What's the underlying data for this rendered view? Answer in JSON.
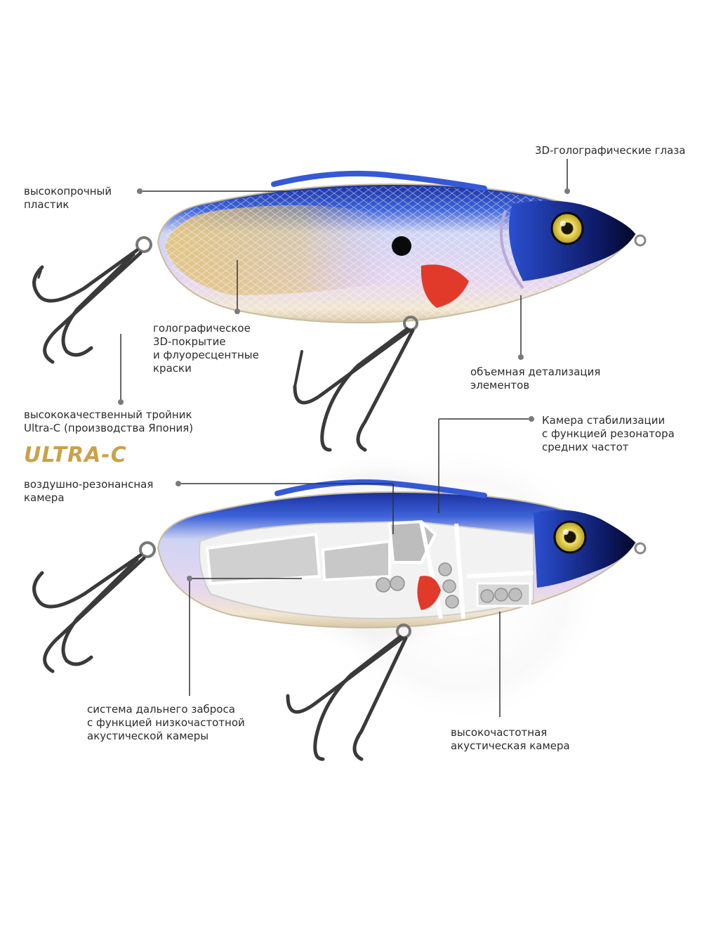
{
  "labels": {
    "eyes": "3D-голографические глаза",
    "plastic": "высокопрочный\nпластик",
    "coating": "голографическое\n3D-покрытие\nи флуоресцентные\nкраски",
    "detail": "объемная детализация\nэлементов",
    "hook": "высококачественный тройник\nUltra-C (производства Япония)",
    "stab_chamber": "Камера стабилизации\nс функцией резонатора\nсредних частот",
    "air_chamber": "воздушно-резонансная\nкамера",
    "casting": "система дальнего заброса\nс функцией низкочастотной\nакустической камеры",
    "hf_chamber": "высокочастотная\nакустическая камера"
  },
  "brand": "ULTRA-C",
  "colors": {
    "back_blue": "#1d3fb8",
    "body_silver": "#d9d6ee",
    "gold_scale": "#d7b46a",
    "gill_red": "#e23a2a",
    "belly": "#f3ead8",
    "brand_gold": "#c9a24a",
    "leader": "#333333"
  }
}
